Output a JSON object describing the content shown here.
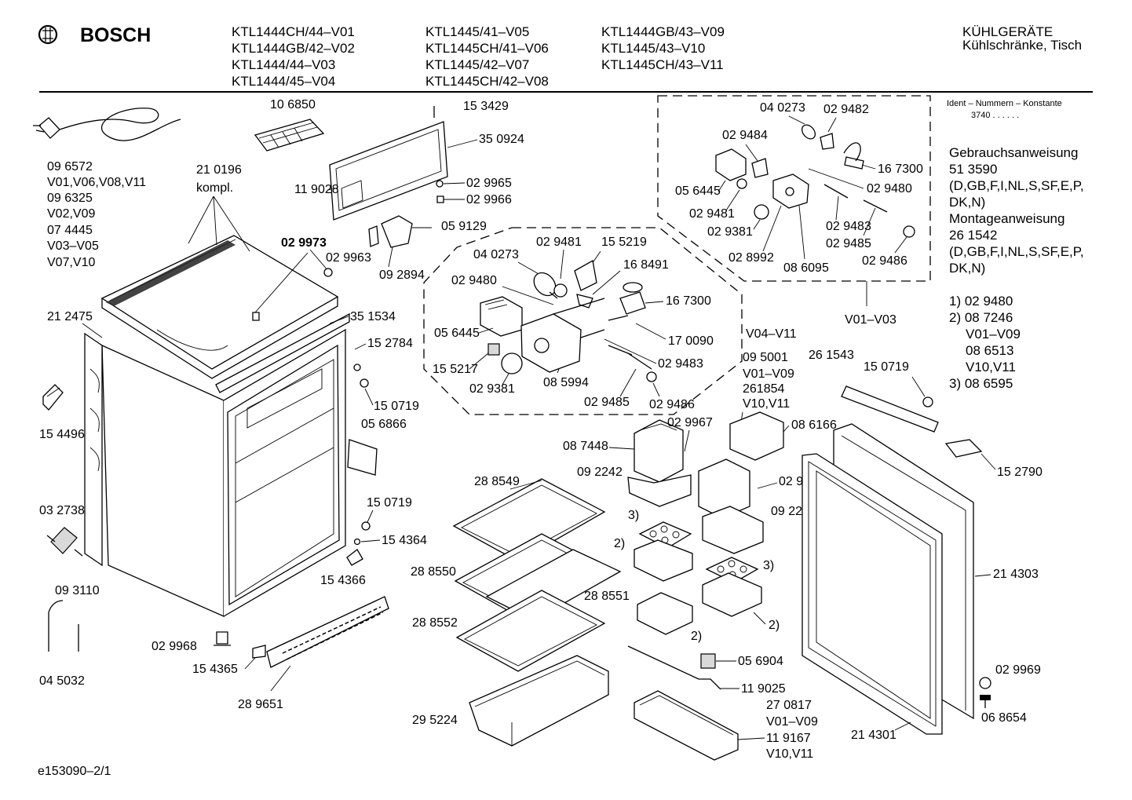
{
  "header": {
    "brand": "BOSCH",
    "models_col1": [
      "KTL1444CH/44–V01",
      "KTL1444GB/42–V02",
      "KTL1444/44–V03",
      "KTL1444/45–V04"
    ],
    "models_col2": [
      "KTL1445/41–V05",
      "KTL1445CH/41–V06",
      "KTL1445/42–V07",
      "KTL1445CH/42–V08"
    ],
    "models_col3": [
      "KTL1444GB/43–V09",
      "KTL1445/43–V10",
      "KTL1445CH/43–V11"
    ],
    "category": "KÜHLGERÄTE",
    "subcategory": "Kühlschränke, Tisch"
  },
  "sidebar": {
    "ident_label": "Ident – Nummern – Konstante",
    "ident_value": "3740 . . . . . .",
    "manual_use": "Gebrauchsanweisung",
    "manual_use_no": "51 3590",
    "manual_use_lang1": "(D,GB,F,I,NL,S,SF,E,P,",
    "manual_use_lang2": "DK,N)",
    "manual_mount": "Montageanweisung",
    "manual_mount_no": "26 1542",
    "manual_mount_lang1": "(D,GB,F,I,NL,S,SF,E,P,",
    "manual_mount_lang2": "DK,N)",
    "notes": [
      "1) 02 9480",
      "2) 08 7246",
      "V01–V09",
      "08 6513",
      "V10,V11",
      "3) 08 6595"
    ]
  },
  "footer": {
    "doc_id": "e153090–2/1"
  },
  "parts": {
    "p096572": "09 6572",
    "v_cord1": "V01,V06,V08,V11",
    "p096325": "09 6325",
    "v_cord2": "V02,V09",
    "p074445": "07 4445",
    "v_cord3": "V03–V05",
    "v_cord4": "V07,V10",
    "p210196": "21 0196",
    "kompl": "kompl.",
    "p106850": "10 6850",
    "p153429": "15 3429",
    "p350924": "35 0924",
    "p119028": "11 9028",
    "p029965": "02 9965",
    "p029966": "02 9966",
    "p059129": "05 9129",
    "p029973": "02 9973",
    "p029963": "02 9963",
    "p092894": "09 2894",
    "p212475": "21 2475",
    "p351534": "35 1534",
    "p152784": "15 2784",
    "p150719a": "15 0719",
    "p056866": "05 6866",
    "p154496": "15 4496",
    "p150719b": "15 0719",
    "p032738": "03 2738",
    "p154364": "15 4364",
    "p154366": "15 4366",
    "p093110": "09 3110",
    "p045032": "04 5032",
    "p029968": "02 9968",
    "p154365": "15 4365",
    "p289651": "28 9651",
    "oct_402730": "04 0273",
    "oct_029481": "02 9481",
    "oct_155219": "15 5219",
    "oct_168491": "16 8491",
    "oct_029480": "02 9480",
    "oct_167300": "16 7300",
    "oct_056445": "05 6445",
    "oct_170090": "17 0090",
    "oct_155217": "15 5217",
    "oct_029381": "02 9381",
    "oct_085994": "08 5994",
    "oct_029483": "02 9483",
    "oct_029485": "02 9485",
    "oct_029486": "02 9486",
    "oct_range": "V04–V11",
    "box_040273": "04 0273",
    "box_029482": "02 9482",
    "box_029484": "02 9484",
    "box_167300": "16 7300",
    "box_056445": "05 6445",
    "box_029480": "02 9480",
    "box_029481": "02 9481",
    "box_029483": "02 9483",
    "box_029381": "02 9381",
    "box_029485": "02 9485",
    "box_028992": "02 8992",
    "box_086095": "08 6095",
    "box_029486": "02 9486",
    "box_range": "V01–V03",
    "p095001": "09 5001",
    "v_095001": "V01–V09",
    "p261854": "261854",
    "v_261854": "V10,V11",
    "p261543": "26 1543",
    "p150719c": "15 0719",
    "p029967a": "02 9967",
    "p086166": "08 6166",
    "p087448": "08 7448",
    "p092242a": "09 2242",
    "p029967b": "02 9967",
    "p092242b": "09 2242",
    "p152790": "15 2790",
    "p288549": "28 8549",
    "p288550": "28 8550",
    "p288551": "28 8551",
    "p288552": "28 8552",
    "p295224": "29 5224",
    "fn3a": "3)",
    "fn2a": "2)",
    "fn3b": "3)",
    "fn2b": "2)",
    "fn2c": "2)",
    "p056904": "05 6904",
    "p119025": "11 9025",
    "p270817": "27 0817",
    "v_270817": "V01–V09",
    "p119167": "11 9167",
    "v_119167": "V10,V11",
    "p214303": "21 4303",
    "p214301": "21 4301",
    "p029969": "02 9969",
    "p068654": "06 8654"
  }
}
